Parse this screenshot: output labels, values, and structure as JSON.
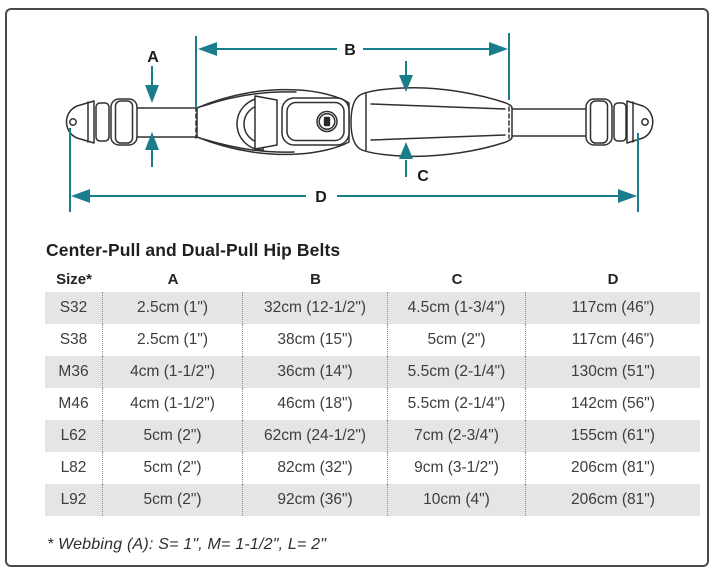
{
  "page": {
    "border_color": "#4a4a4a",
    "background_color": "#ffffff"
  },
  "diagram": {
    "accent_color": "#1a7d8c",
    "line_color": "#303030",
    "labels": {
      "a": "A",
      "b": "B",
      "c": "C",
      "d": "D"
    }
  },
  "table": {
    "title": "Center-Pull and Dual-Pull Hip Belts",
    "columns": [
      "Size*",
      "A",
      "B",
      "C",
      "D"
    ],
    "rows": [
      [
        "S32",
        "2.5cm (1\")",
        "32cm (12-1/2\")",
        "4.5cm (1-3/4\")",
        "117cm (46\")"
      ],
      [
        "S38",
        "2.5cm (1\")",
        "38cm (15\")",
        "5cm (2\")",
        "117cm (46\")"
      ],
      [
        "M36",
        "4cm (1-1/2\")",
        "36cm (14\")",
        "5.5cm (2-1/4\")",
        "130cm (51\")"
      ],
      [
        "M46",
        "4cm (1-1/2\")",
        "46cm (18\")",
        "5.5cm (2-1/4\")",
        "142cm (56\")"
      ],
      [
        "L62",
        "5cm (2\")",
        "62cm (24-1/2\")",
        "7cm (2-3/4\")",
        "155cm (61\")"
      ],
      [
        "L82",
        "5cm (2\")",
        "82cm (32\")",
        "9cm (3-1/2\")",
        "206cm (81\")"
      ],
      [
        "L92",
        "5cm (2\")",
        "92cm (36\")",
        "10cm (4\")",
        "206cm (81\")"
      ]
    ],
    "alt_row_color": "#e5e5e5",
    "footnote": "* Webbing (A): S= 1\", M= 1-1/2\", L= 2\""
  }
}
